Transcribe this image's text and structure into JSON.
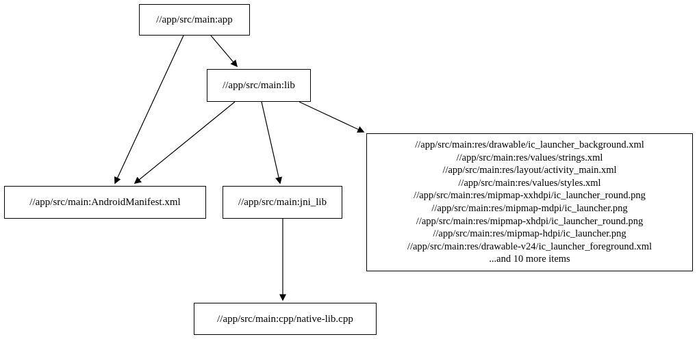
{
  "diagram": {
    "kind": "dependency-graph",
    "colors": {
      "background": "#ffffff",
      "node_border": "#000000",
      "node_fill": "#ffffff",
      "edge": "#000000",
      "text": "#000000"
    },
    "nodes": {
      "app": {
        "label": "//app/src/main:app"
      },
      "lib": {
        "label": "//app/src/main:lib"
      },
      "manifest": {
        "label": "//app/src/main:AndroidManifest.xml"
      },
      "jni_lib": {
        "label": "//app/src/main:jni_lib"
      },
      "native_lib": {
        "label": "//app/src/main:cpp/native-lib.cpp"
      },
      "resources": {
        "lines": [
          "//app/src/main:res/drawable/ic_launcher_background.xml",
          "//app/src/main:res/values/strings.xml",
          "//app/src/main:res/layout/activity_main.xml",
          "//app/src/main:res/values/styles.xml",
          "//app/src/main:res/mipmap-xxhdpi/ic_launcher_round.png",
          "//app/src/main:res/mipmap-mdpi/ic_launcher.png",
          "//app/src/main:res/mipmap-xhdpi/ic_launcher_round.png",
          "//app/src/main:res/mipmap-hdpi/ic_launcher.png",
          "//app/src/main:res/drawable-v24/ic_launcher_foreground.xml",
          "...and 10 more items"
        ]
      }
    },
    "edges": [
      {
        "from": "app",
        "to": "lib"
      },
      {
        "from": "app",
        "to": "manifest"
      },
      {
        "from": "lib",
        "to": "manifest"
      },
      {
        "from": "lib",
        "to": "jni_lib"
      },
      {
        "from": "lib",
        "to": "resources"
      },
      {
        "from": "jni_lib",
        "to": "native_lib"
      }
    ]
  }
}
